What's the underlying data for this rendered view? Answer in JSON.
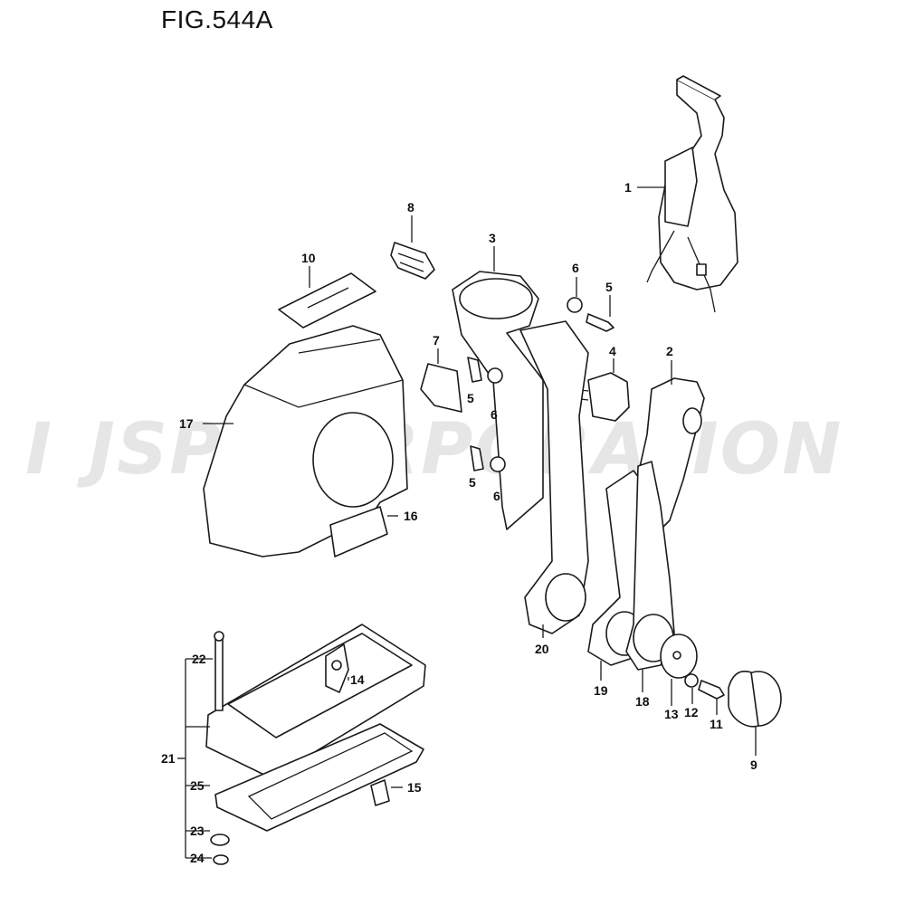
{
  "figure": {
    "title": "FIG.544A"
  },
  "watermark": {
    "text": "JSP CORPORATION"
  },
  "colors": {
    "line": "#1a1a1a",
    "watermark": "#e6e6e6",
    "background": "#ffffff"
  },
  "callouts": [
    "1",
    "2",
    "3",
    "4",
    "5",
    "5",
    "5",
    "6",
    "6",
    "6",
    "7",
    "8",
    "9",
    "10",
    "11",
    "12",
    "13",
    "14",
    "15",
    "16",
    "17",
    "18",
    "19",
    "20",
    "21",
    "22",
    "23",
    "24",
    "25"
  ]
}
